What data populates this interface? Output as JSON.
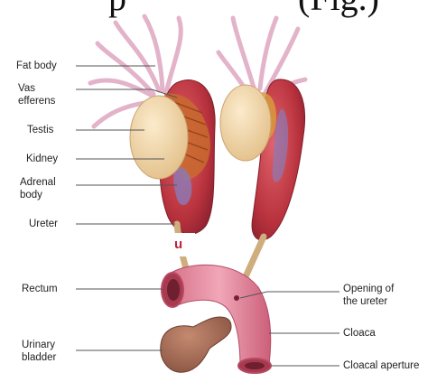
{
  "header_fragment": {
    "left": "p",
    "right": "(Fig.)"
  },
  "overlay_letter": "u",
  "labels": {
    "fat_body": "Fat body",
    "vas_efferens": "Vas\nefferens",
    "testis": "Testis",
    "kidney": "Kidney",
    "adrenal_body": "Adrenal\nbody",
    "ureter": "Ureter",
    "rectum": "Rectum",
    "urinary_bladder": "Urinary\nbladder",
    "opening_of_ureter": "Opening of\nthe ureter",
    "cloaca": "Cloaca",
    "cloacal_aperture": "Cloacal aperture"
  },
  "colors": {
    "kidney": "#c23a45",
    "testis": "#f2d6a8",
    "fat_body": "#e7b8cf",
    "cloaca": "#e58aa0",
    "bladder": "#a9715a",
    "ureter": "#d9b98a"
  }
}
